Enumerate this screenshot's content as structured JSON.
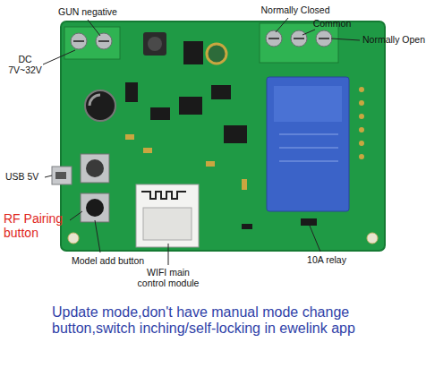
{
  "diagram": {
    "labels": [
      "GUN negative",
      "Normally Closed",
      "Common",
      "DC 7V~32V",
      "Normally Open",
      "USB 5V",
      "RF Pairing button",
      "Model add button",
      "WIFI main control module",
      "10A relay",
      "Update mode,don't have manual mode change button,switch inching/self-locking in ewelink app"
    ]
  }
}
